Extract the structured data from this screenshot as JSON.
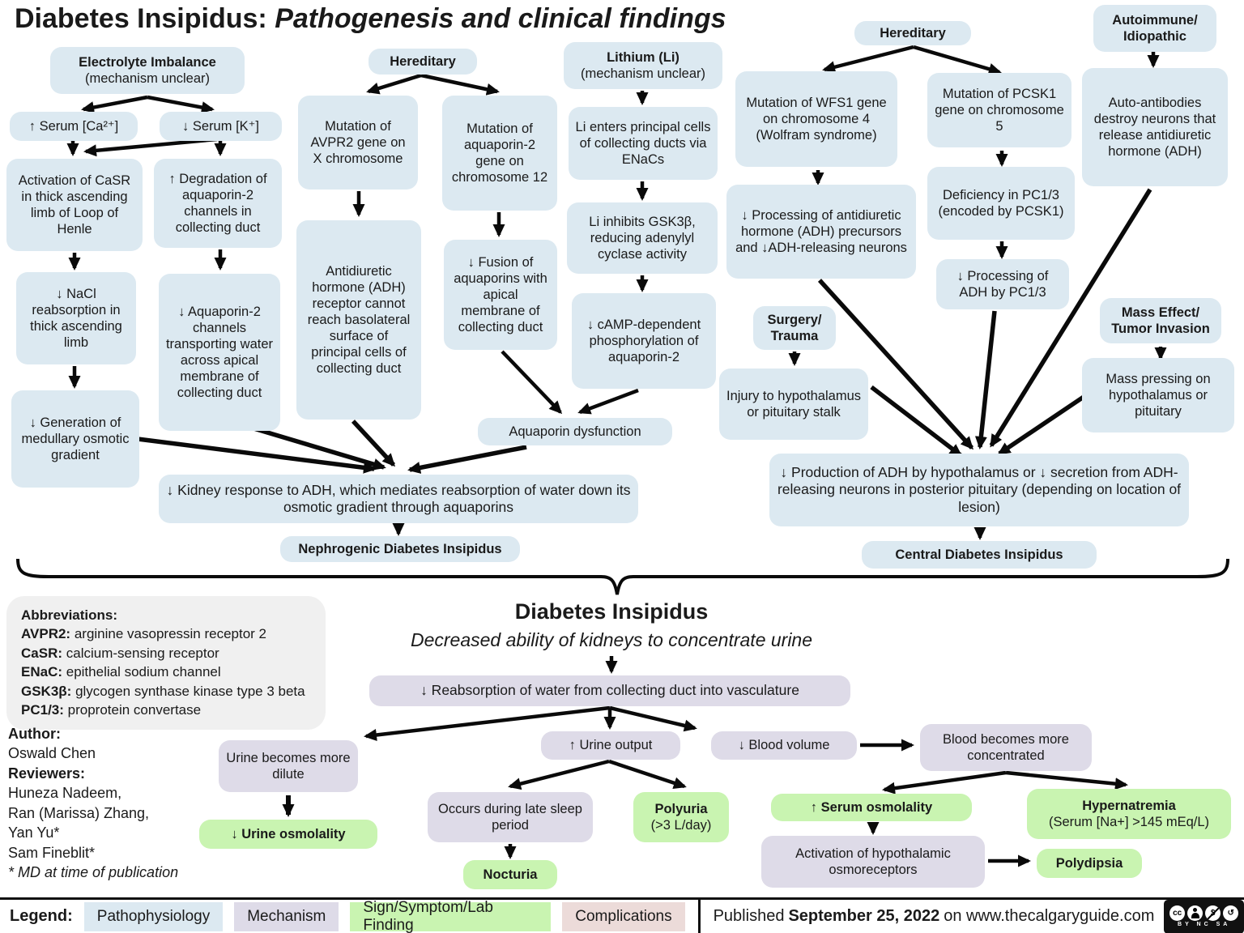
{
  "title": {
    "bold": "Diabetes Insipidus:",
    "italic": "Pathogenesis and clinical findings"
  },
  "colors": {
    "pathophysiology": "#dce9f1",
    "mechanism": "#dedbe8",
    "sign_symptom_lab": "#c9f4b1",
    "complications": "#ecdbd9",
    "arrow": "#0a0a0a",
    "abbrev_box": "#f0f0f0"
  },
  "nodes": {
    "electrolyte": {
      "line1": "Electrolyte Imbalance",
      "line2": "(mechanism unclear)"
    },
    "serum_ca": "↑ Serum [Ca²⁺]",
    "serum_k": "↓ Serum [K⁺]",
    "casr": "Activation of CaSR in thick ascending limb of Loop of Henle",
    "degradation": "↑ Degradation of aquaporin-2 channels in collecting duct",
    "nacl": "↓ NaCl reabsorption in thick ascending limb",
    "aqp2_channels": "↓ Aquaporin-2 channels transporting water across apical membrane of collecting duct",
    "medullary": "↓ Generation of medullary osmotic gradient",
    "hereditary_left": "Hereditary",
    "avpr2": "Mutation of AVPR2 gene on X chromosome",
    "aqp2_gene": "Mutation of aquaporin-2 gene on chromosome 12",
    "adh_receptor": "Antidiuretic hormone (ADH) receptor cannot reach basolateral surface of principal cells of collecting duct",
    "fusion": "↓ Fusion of aquaporins with apical membrane of collecting duct",
    "lithium": {
      "line1": "Lithium (Li)",
      "line2": "(mechanism unclear)"
    },
    "li_enters": "Li enters principal cells of collecting ducts via ENaCs",
    "gsk3b": "Li inhibits GSK3β, reducing adenylyl cyclase activity",
    "camp": "↓ cAMP-dependent phosphorylation of aquaporin-2",
    "aqp_dysfunction": "Aquaporin dysfunction",
    "kidney_response": "↓ Kidney response to ADH, which mediates reabsorption of water down its osmotic gradient through aquaporins",
    "nephrogenic_di": "Nephrogenic Diabetes Insipidus",
    "hereditary_right": "Hereditary",
    "wfs1": "Mutation of WFS1 gene on chromosome 4 (Wolfram syndrome)",
    "pcsk1": "Mutation of PCSK1 gene on chromosome 5",
    "adh_processing": "↓ Processing of antidiuretic hormone (ADH) precursors and ↓ADH-releasing neurons",
    "pc13": "Deficiency in PC1/3 (encoded by PCSK1)",
    "adh_pc13": "↓ Processing of ADH by PC1/3",
    "surgery": {
      "line1": "Surgery/",
      "line2": "Trauma"
    },
    "injury": "Injury to hypothalamus or pituitary stalk",
    "autoimmune": {
      "line1": "Autoimmune/",
      "line2": "Idiopathic"
    },
    "autoantibodies": "Auto-antibodies destroy neurons that release antidiuretic hormone (ADH)",
    "mass_effect": {
      "line1": "Mass Effect/",
      "line2": "Tumor Invasion"
    },
    "mass_pressing": "Mass pressing on hypothalamus or pituitary",
    "adh_production": "↓ Production of ADH by hypothalamus or ↓ secretion from ADH-releasing neurons in posterior pituitary (depending on location of lesion)",
    "central_di": "Central Diabetes Insipidus",
    "di_title": "Diabetes Insipidus",
    "di_subtitle": "Decreased ability of kidneys to concentrate urine",
    "reabsorption": "↓ Reabsorption of water from collecting duct into vasculature",
    "urine_dilute": "Urine becomes more dilute",
    "urine_osmolality": "↓ Urine osmolality",
    "urine_output": "↑ Urine output",
    "blood_volume": "↓ Blood volume",
    "blood_concentrated": "Blood becomes more concentrated",
    "late_sleep": "Occurs during late sleep period",
    "nocturia": "Nocturia",
    "polyuria": {
      "line1": "Polyuria",
      "line2": "(>3 L/day)"
    },
    "serum_osmolality": "↑ Serum osmolality",
    "hypernatremia": {
      "line1": "Hypernatremia",
      "line2": "(Serum [Na+] >145 mEq/L)"
    },
    "osmoreceptors": "Activation of hypothalamic osmoreceptors",
    "polydipsia": "Polydipsia"
  },
  "abbreviations": {
    "title": "Abbreviations:",
    "items": [
      {
        "term": "AVPR2:",
        "def": "arginine vasopressin receptor 2"
      },
      {
        "term": "CaSR:",
        "def": "calcium-sensing receptor"
      },
      {
        "term": "ENaC:",
        "def": "epithelial sodium channel"
      },
      {
        "term": "GSK3β:",
        "def": "glycogen synthase kinase type 3 beta"
      },
      {
        "term": "PC1/3:",
        "def": "proprotein convertase"
      }
    ]
  },
  "credits": {
    "author_label": "Author:",
    "author": "Oswald Chen",
    "reviewers_label": "Reviewers:",
    "reviewers": [
      "Huneza Nadeem,",
      "Ran (Marissa) Zhang,",
      "Yan Yu*",
      "Sam Fineblit*"
    ],
    "footnote": "* MD at time of publication"
  },
  "legend": {
    "label": "Legend:",
    "items": [
      {
        "label": "Pathophysiology",
        "color": "#dce9f1"
      },
      {
        "label": "Mechanism",
        "color": "#dedbe8"
      },
      {
        "label": "Sign/Symptom/Lab Finding",
        "color": "#c9f4b1"
      },
      {
        "label": "Complications",
        "color": "#ecdbd9"
      }
    ],
    "published_prefix": "Published",
    "published_date": "September 25, 2022",
    "published_suffix": "on www.thecalgaryguide.com",
    "cc_icon_label": "cc",
    "cc_nc_glyph": "$",
    "cc_sa_glyph": "↺",
    "cc_terms": "BY NC SA"
  }
}
